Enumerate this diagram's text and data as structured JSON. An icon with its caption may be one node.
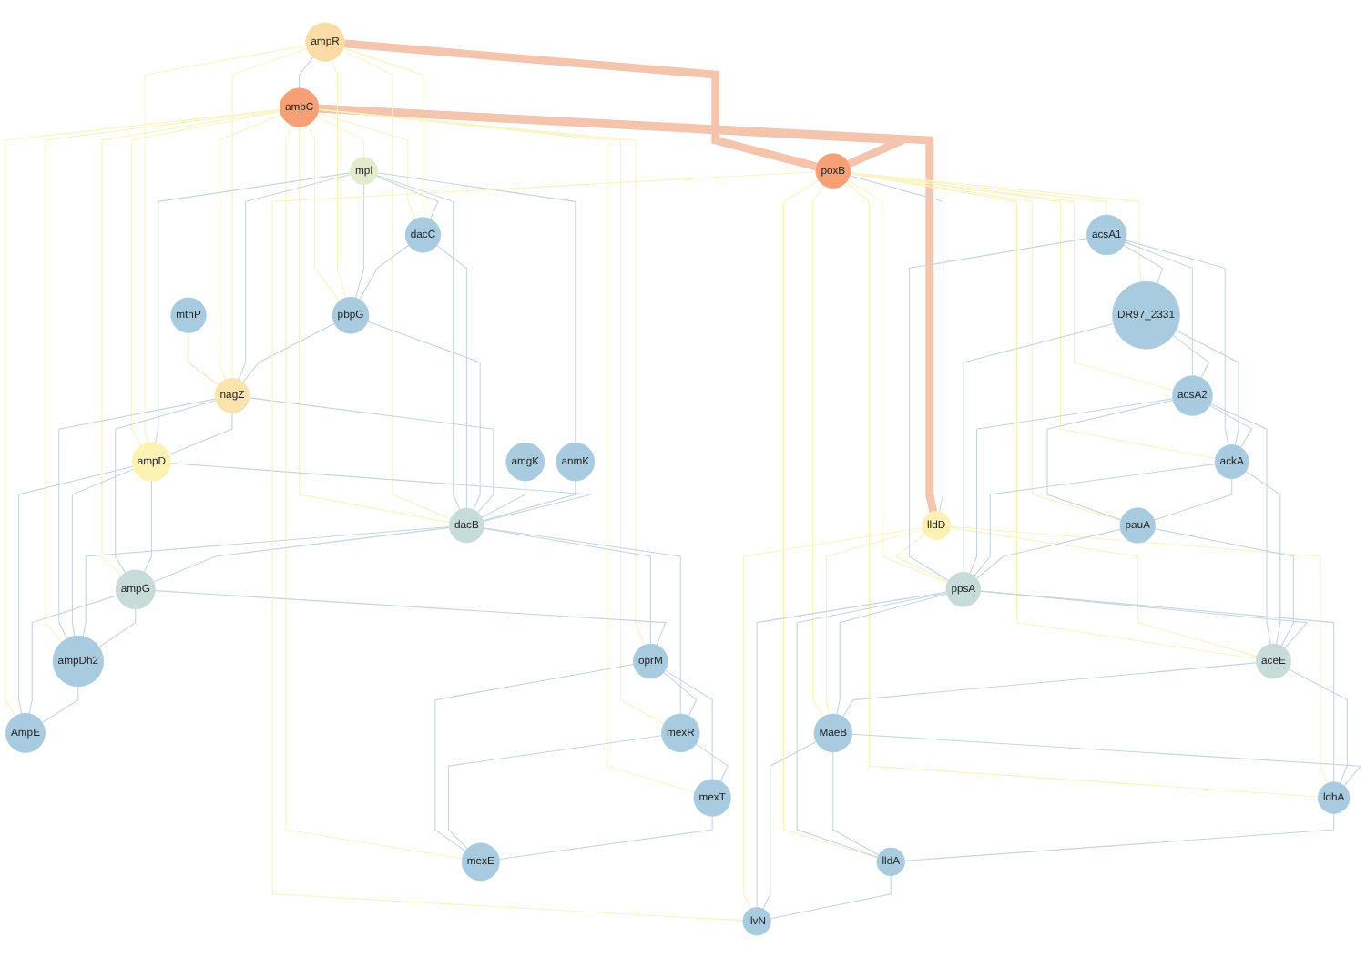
{
  "diagram": {
    "nodes": [
      {
        "text": [
          "mtnP"
        ]
      },
      {
        "text": [
          "mpl"
        ]
      },
      {
        "text": [
          "dacC"
        ]
      },
      {
        "text": [
          "pbpG"
        ]
      },
      {
        "text": [
          "nagZ"
        ]
      },
      {
        "text": [
          "amgK"
        ]
      },
      {
        "text": [
          "anmK"
        ]
      },
      {
        "text": [
          "ampR"
        ]
      },
      {
        "text": [
          "ampD"
        ]
      },
      {
        "text": [
          "dacB"
        ]
      },
      {
        "text": [
          "ampC"
        ]
      },
      {
        "text": [
          "poxB"
        ]
      },
      {
        "text": [
          "acsA1"
        ]
      },
      {
        "text": [
          "DR97_2331"
        ]
      },
      {
        "text": [
          "acsA2"
        ]
      },
      {
        "text": [
          "ackA"
        ]
      },
      {
        "text": [
          "pauA"
        ]
      },
      {
        "text": [
          "ppsA"
        ]
      },
      {
        "text": [
          "aceE"
        ]
      },
      {
        "text": [
          "lldD"
        ]
      },
      {
        "text": [
          "ampG"
        ]
      },
      {
        "text": [
          "ampDh2"
        ]
      },
      {
        "text": [
          "AmpE"
        ]
      },
      {
        "text": [
          "MaeB"
        ]
      },
      {
        "text": [
          "ldhA"
        ]
      },
      {
        "text": [
          "lldA"
        ]
      },
      {
        "text": [
          "oprM"
        ]
      },
      {
        "text": [
          "mexR"
        ]
      },
      {
        "text": [
          "mexT"
        ]
      },
      {
        "text": [
          "ilvN"
        ]
      },
      {
        "text": [
          "mexE"
        ]
      }
    ],
    "edges": [
      {
        "from": 7,
        "to": 11,
        "arrow": "none",
        "style": "thick",
        "color": "#f5c4ad"
      },
      {
        "from": 10,
        "to": 11,
        "arrow": "none",
        "style": "thick",
        "color": "#f5c4ad"
      },
      {
        "from": 10,
        "to": 19,
        "arrow": "none",
        "style": "thick",
        "color": "#f5c4ad"
      },
      {
        "from": 0,
        "to": 4,
        "arrow": "none",
        "color": "#fbe3b5"
      },
      {
        "from": 7,
        "to": 10,
        "arrow": "none"
      },
      {
        "from": 10,
        "to": 1,
        "arrow": "none",
        "color": "#faf3c0"
      },
      {
        "from": 10,
        "to": 2,
        "arrow": "none",
        "color": "#faf3c0"
      },
      {
        "from": 10,
        "to": 3,
        "arrow": "none",
        "color": "#faf3c0"
      },
      {
        "from": 10,
        "to": 4,
        "arrow": "none",
        "color": "#faf3c0"
      },
      {
        "from": 10,
        "to": 8,
        "arrow": "none",
        "color": "#faf3c0"
      },
      {
        "from": 10,
        "to": 9,
        "arrow": "none",
        "color": "#faf3c0"
      },
      {
        "from": 10,
        "to": 20,
        "arrow": "none",
        "color": "#faf3c0"
      },
      {
        "from": 10,
        "to": 21,
        "arrow": "none",
        "color": "#faf3c0"
      },
      {
        "from": 10,
        "to": 22,
        "arrow": "none",
        "color": "#faf3c0"
      },
      {
        "from": 10,
        "to": 26,
        "arrow": "none",
        "color": "#faf3c0"
      },
      {
        "from": 10,
        "to": 27,
        "arrow": "none",
        "color": "#faf3c0"
      },
      {
        "from": 10,
        "to": 28,
        "arrow": "none",
        "color": "#faf3c0"
      },
      {
        "from": 10,
        "to": 30,
        "arrow": "none",
        "color": "#faf3c0"
      },
      {
        "from": 7,
        "to": 2,
        "arrow": "none",
        "color": "#faf3c0"
      },
      {
        "from": 7,
        "to": 3,
        "arrow": "none",
        "color": "#faf3c0"
      },
      {
        "from": 7,
        "to": 4,
        "arrow": "none",
        "color": "#faf3c0"
      },
      {
        "from": 7,
        "to": 8,
        "arrow": "none",
        "color": "#faf3c0"
      },
      {
        "from": 7,
        "to": 9,
        "arrow": "none",
        "color": "#faf3c0"
      },
      {
        "from": 1,
        "to": 2,
        "arrow": "none"
      },
      {
        "from": 1,
        "to": 3,
        "arrow": "none"
      },
      {
        "from": 1,
        "to": 4,
        "arrow": "none"
      },
      {
        "from": 1,
        "to": 8,
        "arrow": "none"
      },
      {
        "from": 1,
        "to": 9,
        "arrow": "none"
      },
      {
        "from": 1,
        "to": 6,
        "arrow": "none"
      },
      {
        "from": 2,
        "to": 3,
        "arrow": "none"
      },
      {
        "from": 2,
        "to": 9,
        "arrow": "none"
      },
      {
        "from": 3,
        "to": 4,
        "arrow": "none"
      },
      {
        "from": 3,
        "to": 9,
        "arrow": "none"
      },
      {
        "from": 4,
        "to": 8,
        "arrow": "none"
      },
      {
        "from": 4,
        "to": 9,
        "arrow": "none"
      },
      {
        "from": 4,
        "to": 20,
        "arrow": "none"
      },
      {
        "from": 4,
        "to": 21,
        "arrow": "none"
      },
      {
        "from": 5,
        "to": 9,
        "arrow": "none"
      },
      {
        "from": 6,
        "to": 9,
        "arrow": "none"
      },
      {
        "from": 8,
        "to": 9,
        "arrow": "none"
      },
      {
        "from": 8,
        "to": 20,
        "arrow": "none"
      },
      {
        "from": 8,
        "to": 21,
        "arrow": "none"
      },
      {
        "from": 8,
        "to": 22,
        "arrow": "none"
      },
      {
        "from": 9,
        "to": 20,
        "arrow": "none"
      },
      {
        "from": 9,
        "to": 21,
        "arrow": "none"
      },
      {
        "from": 9,
        "to": 26,
        "arrow": "none"
      },
      {
        "from": 9,
        "to": 27,
        "arrow": "none"
      },
      {
        "from": 20,
        "to": 21,
        "arrow": "none"
      },
      {
        "from": 20,
        "to": 22,
        "arrow": "none"
      },
      {
        "from": 20,
        "to": 26,
        "arrow": "none"
      },
      {
        "from": 21,
        "to": 22,
        "arrow": "none"
      },
      {
        "from": 26,
        "to": 27,
        "arrow": "none"
      },
      {
        "from": 26,
        "to": 28,
        "arrow": "none"
      },
      {
        "from": 26,
        "to": 30,
        "arrow": "none"
      },
      {
        "from": 27,
        "to": 28,
        "arrow": "none"
      },
      {
        "from": 27,
        "to": 30,
        "arrow": "none"
      },
      {
        "from": 28,
        "to": 30,
        "arrow": "none"
      },
      {
        "from": 11,
        "to": 19,
        "arrow": "none"
      },
      {
        "from": 11,
        "to": 12,
        "arrow": "none",
        "color": "#faf3c0"
      },
      {
        "from": 11,
        "to": 13,
        "arrow": "none",
        "color": "#faf3c0"
      },
      {
        "from": 11,
        "to": 14,
        "arrow": "none",
        "color": "#faf3c0"
      },
      {
        "from": 11,
        "to": 15,
        "arrow": "none",
        "color": "#faf3c0"
      },
      {
        "from": 11,
        "to": 16,
        "arrow": "none",
        "color": "#faf3c0"
      },
      {
        "from": 11,
        "to": 17,
        "arrow": "none",
        "color": "#faf3c0"
      },
      {
        "from": 11,
        "to": 18,
        "arrow": "none",
        "color": "#faf3c0"
      },
      {
        "from": 11,
        "to": 23,
        "arrow": "none",
        "color": "#faf3c0"
      },
      {
        "from": 11,
        "to": 24,
        "arrow": "none",
        "color": "#faf3c0"
      },
      {
        "from": 11,
        "to": 25,
        "arrow": "none",
        "color": "#faf3c0"
      },
      {
        "from": 11,
        "to": 29,
        "arrow": "none",
        "color": "#faf3c0"
      },
      {
        "from": 19,
        "to": 17,
        "arrow": "none",
        "color": "#faf3c0"
      },
      {
        "from": 19,
        "to": 18,
        "arrow": "none",
        "color": "#faf3c0"
      },
      {
        "from": 19,
        "to": 23,
        "arrow": "none",
        "color": "#faf3c0"
      },
      {
        "from": 19,
        "to": 24,
        "arrow": "none",
        "color": "#faf3c0"
      },
      {
        "from": 19,
        "to": 29,
        "arrow": "none",
        "color": "#faf3c0"
      },
      {
        "from": 12,
        "to": 13,
        "arrow": "none"
      },
      {
        "from": 12,
        "to": 14,
        "arrow": "none"
      },
      {
        "from": 12,
        "to": 15,
        "arrow": "none"
      },
      {
        "from": 12,
        "to": 17,
        "arrow": "none"
      },
      {
        "from": 13,
        "to": 14,
        "arrow": "none"
      },
      {
        "from": 13,
        "to": 15,
        "arrow": "none"
      },
      {
        "from": 13,
        "to": 17,
        "arrow": "none"
      },
      {
        "from": 14,
        "to": 15,
        "arrow": "none"
      },
      {
        "from": 14,
        "to": 16,
        "arrow": "none"
      },
      {
        "from": 14,
        "to": 17,
        "arrow": "none"
      },
      {
        "from": 14,
        "to": 18,
        "arrow": "none"
      },
      {
        "from": 15,
        "to": 16,
        "arrow": "none"
      },
      {
        "from": 15,
        "to": 17,
        "arrow": "none"
      },
      {
        "from": 15,
        "to": 18,
        "arrow": "none"
      },
      {
        "from": 16,
        "to": 17,
        "arrow": "none"
      },
      {
        "from": 16,
        "to": 18,
        "arrow": "none"
      },
      {
        "from": 17,
        "to": 18,
        "arrow": "none"
      },
      {
        "from": 17,
        "to": 23,
        "arrow": "none"
      },
      {
        "from": 17,
        "to": 24,
        "arrow": "none"
      },
      {
        "from": 17,
        "to": 25,
        "arrow": "none"
      },
      {
        "from": 17,
        "to": 29,
        "arrow": "none"
      },
      {
        "from": 18,
        "to": 23,
        "arrow": "none"
      },
      {
        "from": 18,
        "to": 24,
        "arrow": "none"
      },
      {
        "from": 23,
        "to": 24,
        "arrow": "none"
      },
      {
        "from": 23,
        "to": 25,
        "arrow": "none"
      },
      {
        "from": 23,
        "to": 29,
        "arrow": "none"
      },
      {
        "from": 24,
        "to": 25,
        "arrow": "none"
      },
      {
        "from": 25,
        "to": 29,
        "arrow": "none"
      }
    ]
  }
}
